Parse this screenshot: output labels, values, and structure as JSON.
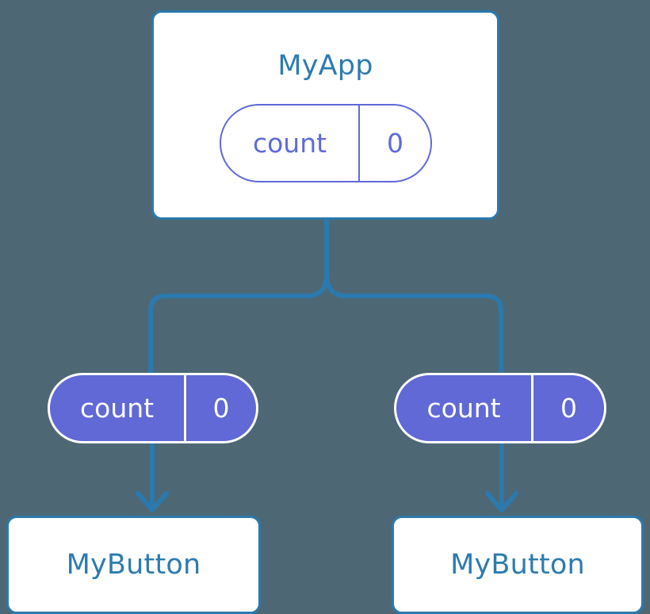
{
  "diagram": {
    "type": "component-state-tree",
    "background_color": "#4d6874",
    "accent_line_color": "#2b79ad",
    "component_text_color": "#2d7bb0",
    "state_outline_color": "#5f6ad8",
    "state_fill_color": "#6069d6",
    "state_text_on_fill_color": "#ffffff",
    "card_background_color": "#ffffff"
  },
  "root": {
    "title": "MyApp",
    "state": {
      "key": "count",
      "value": "0"
    }
  },
  "branches": [
    {
      "side": "left",
      "state": {
        "key": "count",
        "value": "0"
      },
      "child": {
        "title": "MyButton"
      }
    },
    {
      "side": "right",
      "state": {
        "key": "count",
        "value": "0"
      },
      "child": {
        "title": "MyButton"
      }
    }
  ]
}
